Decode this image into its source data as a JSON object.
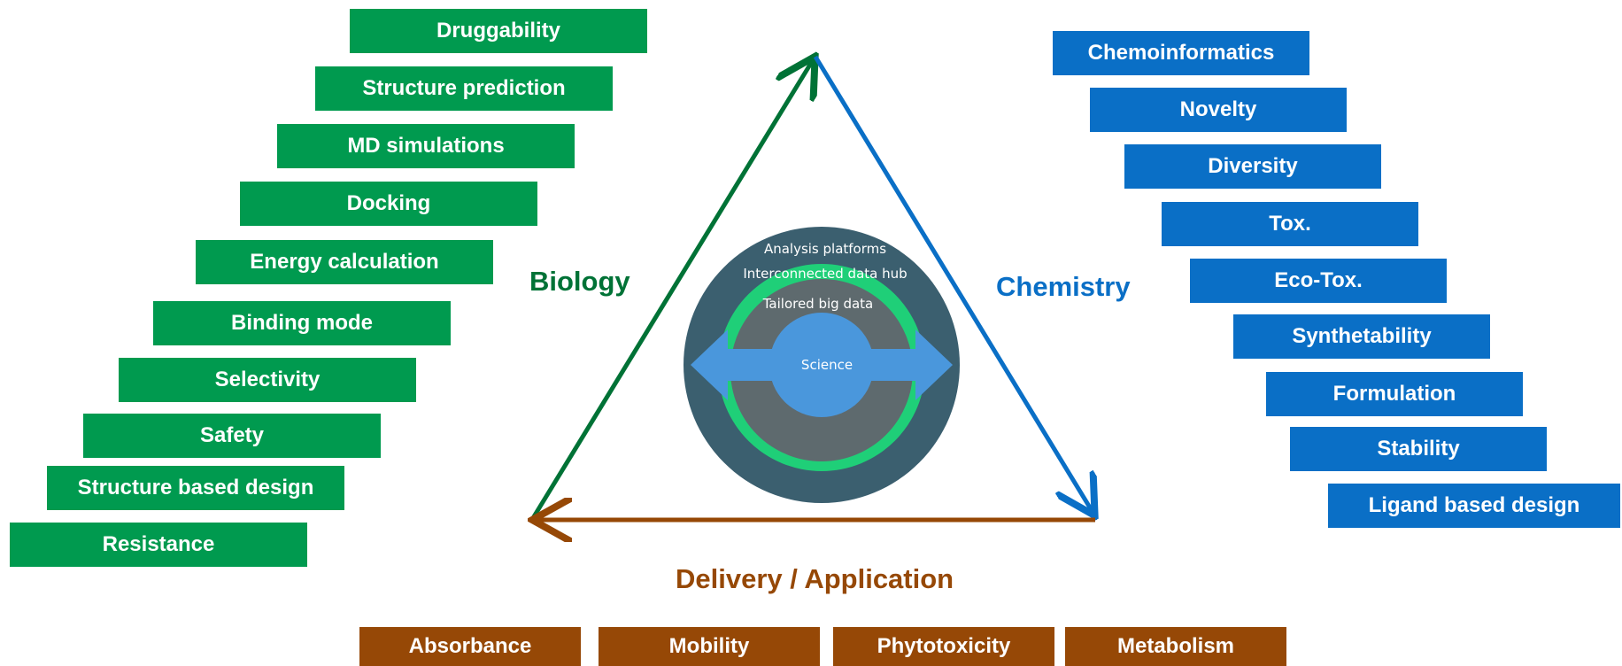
{
  "colors": {
    "biology": "#007236",
    "chemistry": "#0a6fc6",
    "delivery": "#964806",
    "biology_box": "#009a4f",
    "chemistry_box": "#0a6fc6",
    "delivery_box": "#964806"
  },
  "labels": {
    "biology": "Biology",
    "chemistry": "Chemistry",
    "delivery": "Delivery / Application"
  },
  "hub": {
    "outer": "Analysis platforms",
    "middle": "Interconnected data hub",
    "inner": "Tailored big data",
    "core": "Science"
  },
  "biology_items": [
    "Druggability",
    "Structure prediction",
    "MD simulations",
    "Docking",
    "Energy calculation",
    "Binding mode",
    "Selectivity",
    "Safety",
    "Structure based design",
    "Resistance"
  ],
  "chemistry_items": [
    "Chemoinformatics",
    "Novelty",
    "Diversity",
    "Tox.",
    "Eco-Tox.",
    "Synthetability",
    "Formulation",
    "Stability",
    "Ligand based design"
  ],
  "delivery_items": [
    "Absorbance",
    "Mobility",
    "Phytotoxicity",
    "Metabolism"
  ]
}
